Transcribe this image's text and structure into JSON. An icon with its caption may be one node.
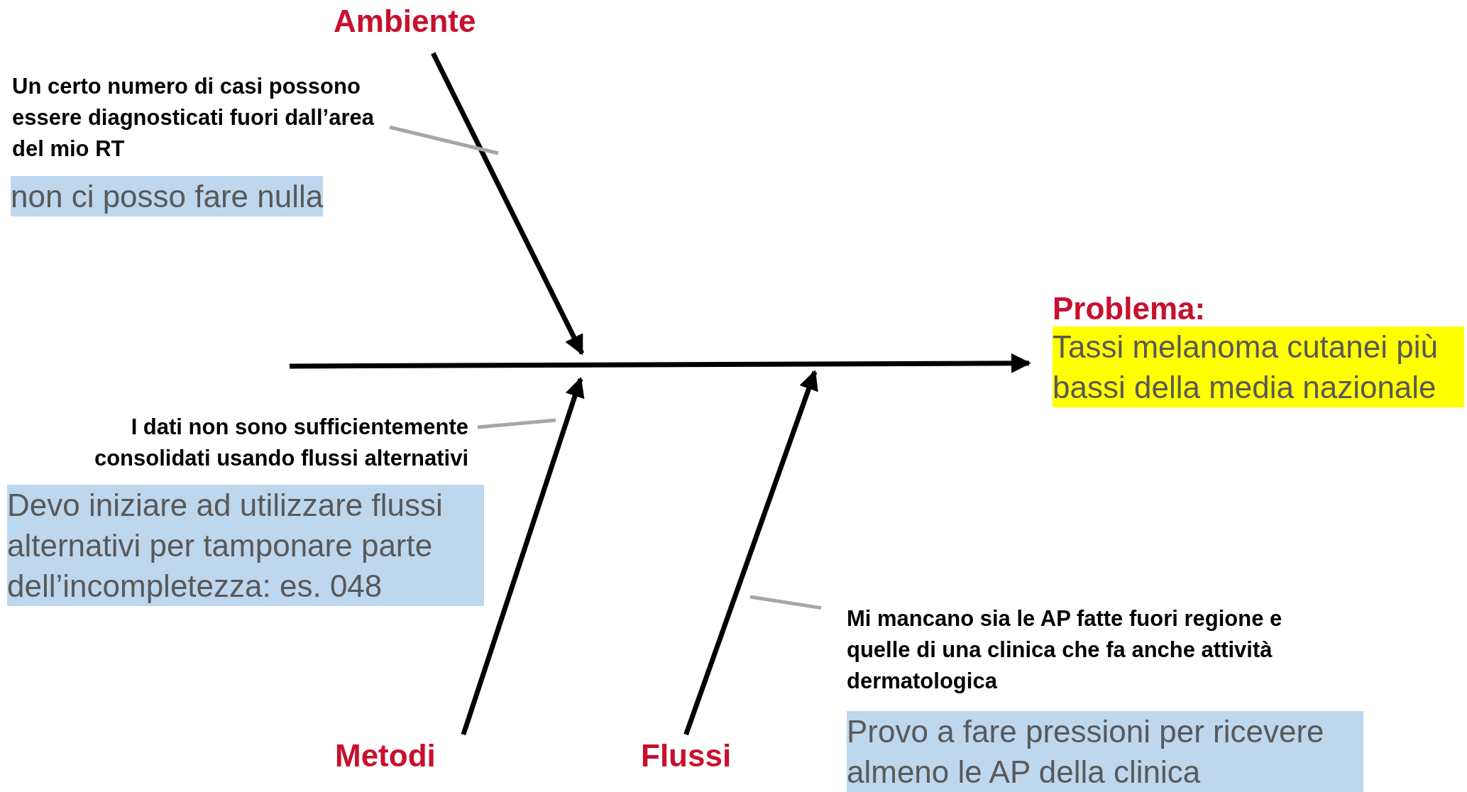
{
  "diagram": {
    "nodes": [
      {
        "text": [
          "Ambiente"
        ]
      },
      {
        "text": [
          "Un certo numero di casi possono essere diagnosticati fuori dall’area del mio RT"
        ]
      },
      {
        "text": [
          "non ci posso fare nulla"
        ]
      },
      {
        "text": [
          "Problema:",
          "Tassi melanoma cutanei più bassi della media nazionale"
        ]
      },
      {
        "text": [
          "I dati non sono sufficientemente consolidati usando flussi alternativi"
        ]
      },
      {
        "text": [
          "Devo iniziare ad utilizzare flussi alternativi per tamponare parte dell’incompletezza: es. 048"
        ]
      },
      {
        "text": [
          "Mi mancano sia le AP fatte fuori regione e quelle di una clinica che fa anche attività dermatologica"
        ]
      },
      {
        "text": [
          "Provo a fare pressioni per ricevere almeno le AP della clinica"
        ]
      },
      {
        "text": [
          "Metodi"
        ]
      },
      {
        "text": [
          "Flussi"
        ]
      }
    ],
    "edges": [
      {
        "from": 0,
        "to": null,
        "arrow": "to"
      },
      {
        "from": 8,
        "to": null,
        "arrow": "to"
      },
      {
        "from": 9,
        "to": null,
        "arrow": "to"
      },
      {
        "from": null,
        "to": 3,
        "arrow": "to"
      },
      {
        "from": 1,
        "to": null,
        "arrow": "none",
        "color": "#a6a6a6"
      },
      {
        "from": 4,
        "to": null,
        "arrow": "none",
        "color": "#a6a6a6"
      },
      {
        "from": 6,
        "to": null,
        "arrow": "none",
        "color": "#a6a6a6"
      }
    ]
  }
}
